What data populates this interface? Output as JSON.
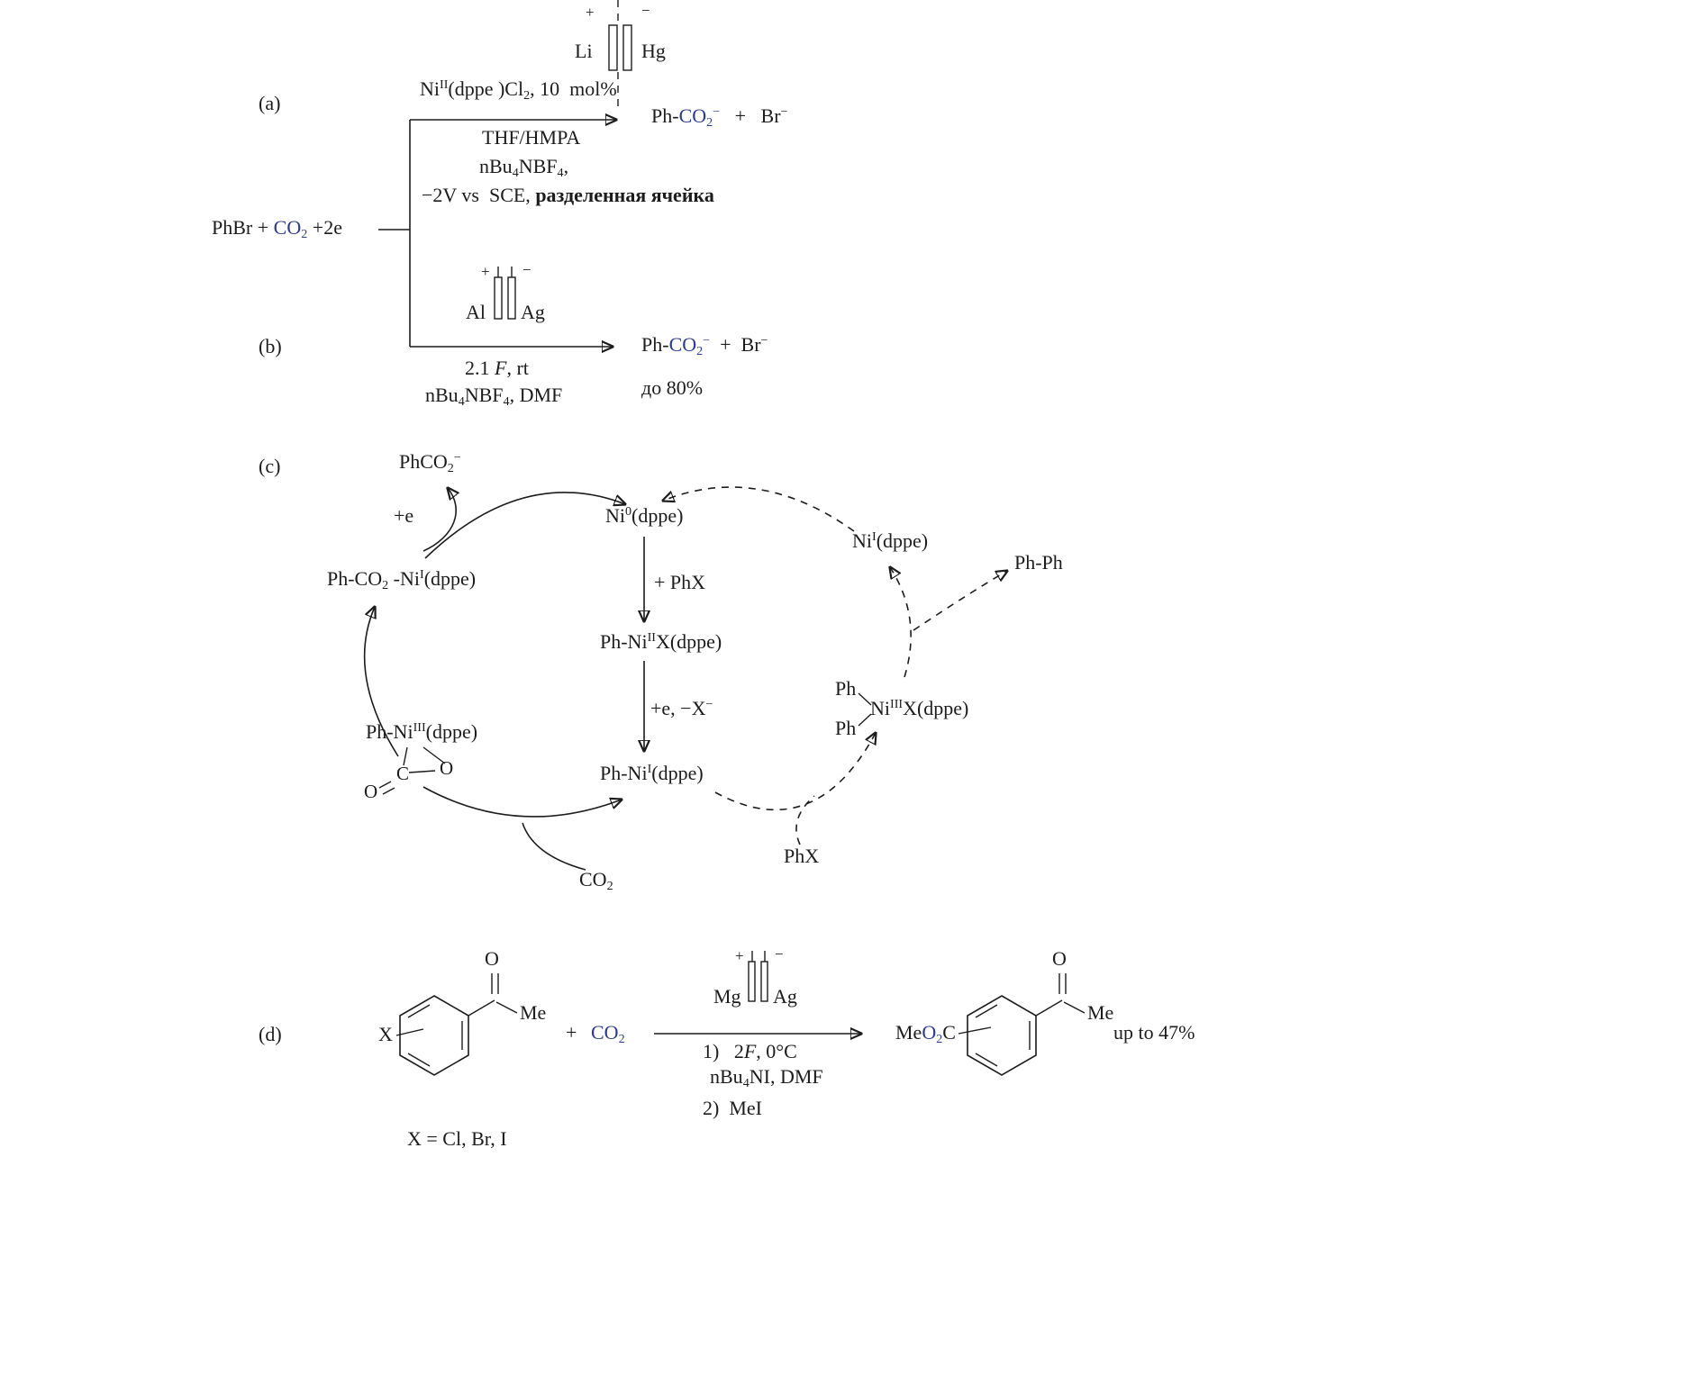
{
  "colors": {
    "ink": "#1c1c1c",
    "blue": "#2b3a94"
  },
  "cells": {
    "a": {
      "plus": "+",
      "minus": "−",
      "left": "Li",
      "right": "Hg"
    },
    "b": {
      "plus": "+",
      "minus": "−",
      "left": "Al",
      "right": "Ag"
    },
    "d": {
      "plus": "+",
      "minus": "−",
      "left": "Mg",
      "right": "Ag"
    }
  },
  "part_a": {
    "label": "(a)",
    "catalyst": [
      {
        "t": "Ni"
      },
      {
        "t": "II",
        "k": "sup"
      },
      {
        "t": "(dppe )Cl"
      },
      {
        "t": "2",
        "k": "sub"
      },
      {
        "t": ", 10  mol%"
      }
    ],
    "cond1": "THF/HMPA",
    "cond2": [
      {
        "t": "nBu"
      },
      {
        "t": "4",
        "k": "sub"
      },
      {
        "t": "NBF"
      },
      {
        "t": "4",
        "k": "sub"
      },
      {
        "t": ","
      }
    ],
    "cond3": [
      {
        "t": "−2V vs  SCE, "
      },
      {
        "t": "разделенная ячейка",
        "k": "b"
      }
    ],
    "reactant": [
      {
        "t": "PhBr "
      },
      {
        "t": "+ "
      },
      {
        "t": "CO",
        "k": "c"
      },
      {
        "t": "2",
        "k": "c sub"
      },
      {
        "t": " +2e"
      }
    ],
    "product": [
      {
        "t": "Ph-"
      },
      {
        "t": "CO",
        "k": "c"
      },
      {
        "t": "2",
        "k": "c sub"
      },
      {
        "t": "−",
        "k": "c sup"
      },
      {
        "t": "   +   "
      },
      {
        "t": "Br"
      },
      {
        "t": "−",
        "k": "sup"
      }
    ]
  },
  "part_b": {
    "label": "(b)",
    "cond1": [
      {
        "t": "2.1 "
      },
      {
        "t": "F",
        "k": "i"
      },
      {
        "t": ", rt"
      }
    ],
    "cond2": [
      {
        "t": "nBu"
      },
      {
        "t": "4",
        "k": "sub"
      },
      {
        "t": "NBF"
      },
      {
        "t": "4",
        "k": "sub"
      },
      {
        "t": ", DMF"
      }
    ],
    "product": [
      {
        "t": "Ph-"
      },
      {
        "t": "CO",
        "k": "c"
      },
      {
        "t": "2",
        "k": "c sub"
      },
      {
        "t": "−",
        "k": "c sup"
      },
      {
        "t": "  +  "
      },
      {
        "t": "Br"
      },
      {
        "t": "−",
        "k": "sup"
      }
    ],
    "yield": "до 80%"
  },
  "part_c": {
    "label": "(c)",
    "phco2": [
      {
        "t": "PhCO"
      },
      {
        "t": "2",
        "k": "sub"
      },
      {
        "t": "−",
        "k": "sup"
      }
    ],
    "plus_e": "+e",
    "ni0": [
      {
        "t": "Ni"
      },
      {
        "t": "0",
        "k": "sup"
      },
      {
        "t": "(dppe)"
      }
    ],
    "plus_phx": "+ PhX",
    "ni2": [
      {
        "t": "Ph-Ni"
      },
      {
        "t": "II",
        "k": "sup"
      },
      {
        "t": "X(dppe)"
      }
    ],
    "plus_e_minus_x": [
      {
        "t": "+e, −X"
      },
      {
        "t": "−",
        "k": "sup"
      }
    ],
    "ni1": [
      {
        "t": "Ph-Ni"
      },
      {
        "t": "I",
        "k": "sup"
      },
      {
        "t": "(dppe)"
      }
    ],
    "phco2_ni1": [
      {
        "t": "Ph-CO"
      },
      {
        "t": "2",
        "k": "sub"
      },
      {
        "t": " -Ni"
      },
      {
        "t": "I",
        "k": "sup"
      },
      {
        "t": "(dppe)"
      }
    ],
    "ni3": [
      {
        "t": "Ph-Ni"
      },
      {
        "t": "III",
        "k": "sup"
      },
      {
        "t": "(dppe)"
      }
    ],
    "mc_c": "C",
    "mc_o_ring": "O",
    "mc_o_exo": "O",
    "co2": [
      {
        "t": "CO"
      },
      {
        "t": "2",
        "k": "sub"
      }
    ],
    "ni1_r": [
      {
        "t": "Ni"
      },
      {
        "t": "I",
        "k": "sup"
      },
      {
        "t": "(dppe)"
      }
    ],
    "phph": "Ph-Ph",
    "ph_top": "Ph",
    "ph_bottom": "Ph",
    "ni3_r": [
      {
        "t": "Ni"
      },
      {
        "t": "III",
        "k": "sup"
      },
      {
        "t": "X(dppe)"
      }
    ],
    "phx": "PhX"
  },
  "part_d": {
    "label": "(d)",
    "x": "X",
    "o_left": "O",
    "me_left": "Me",
    "plus": "+",
    "co2": [
      {
        "t": "CO",
        "k": "c"
      },
      {
        "t": "2",
        "k": "c sub"
      }
    ],
    "cond1": [
      {
        "t": "1)   2"
      },
      {
        "t": "F",
        "k": "i"
      },
      {
        "t": ", 0°C"
      }
    ],
    "cond2": [
      {
        "t": "nBu"
      },
      {
        "t": "4",
        "k": "sub"
      },
      {
        "t": "NI, DMF"
      }
    ],
    "cond3": "2)  MeI",
    "ester": [
      {
        "t": "Me"
      },
      {
        "t": "O",
        "k": "c"
      },
      {
        "t": "2",
        "k": "c sub"
      },
      {
        "t": "C"
      }
    ],
    "o_right": "O",
    "me_right": "Me",
    "yield": "up to 47%",
    "x_def": "X = Cl, Br, I"
  }
}
